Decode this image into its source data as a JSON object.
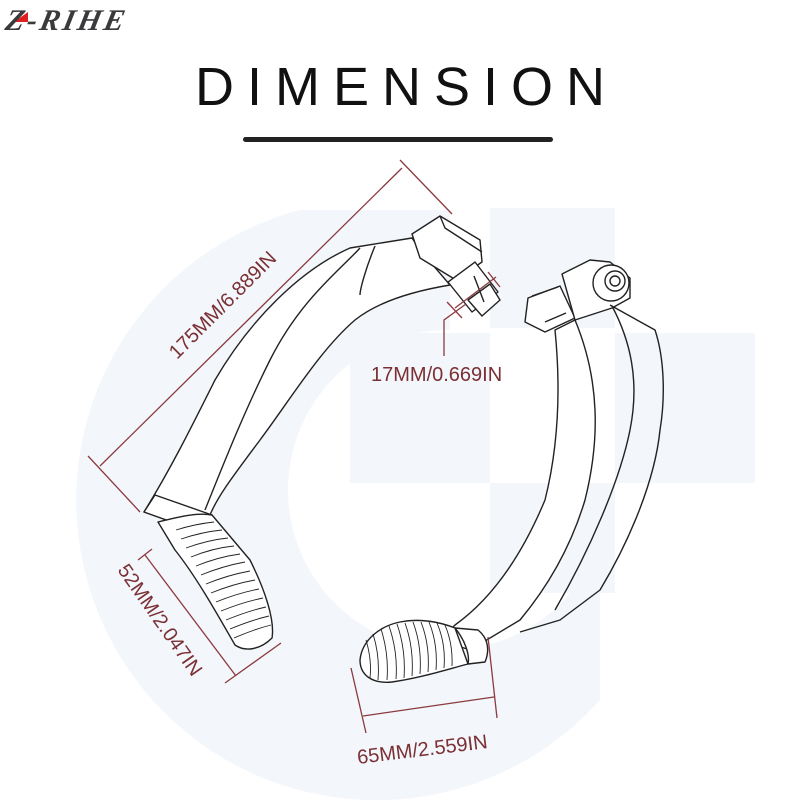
{
  "brand": {
    "name": "Z-RIHE",
    "accent_color": "#e02020",
    "text_color": "#3a3a3c"
  },
  "header": {
    "title": "DIMENSION"
  },
  "diagram": {
    "subject": "motorcycle brake/clutch lever guard (pair)",
    "line_color": "#222222",
    "dimension_color": "#8b3a3e",
    "watermark_color": "#f3f6fa",
    "dimensions": {
      "overall_length": "175MM/6.889IN",
      "mount_diameter": "17MM/0.669IN",
      "grip_length_left": "52MM/2.047IN",
      "grip_length_right": "65MM/2.559IN"
    }
  }
}
